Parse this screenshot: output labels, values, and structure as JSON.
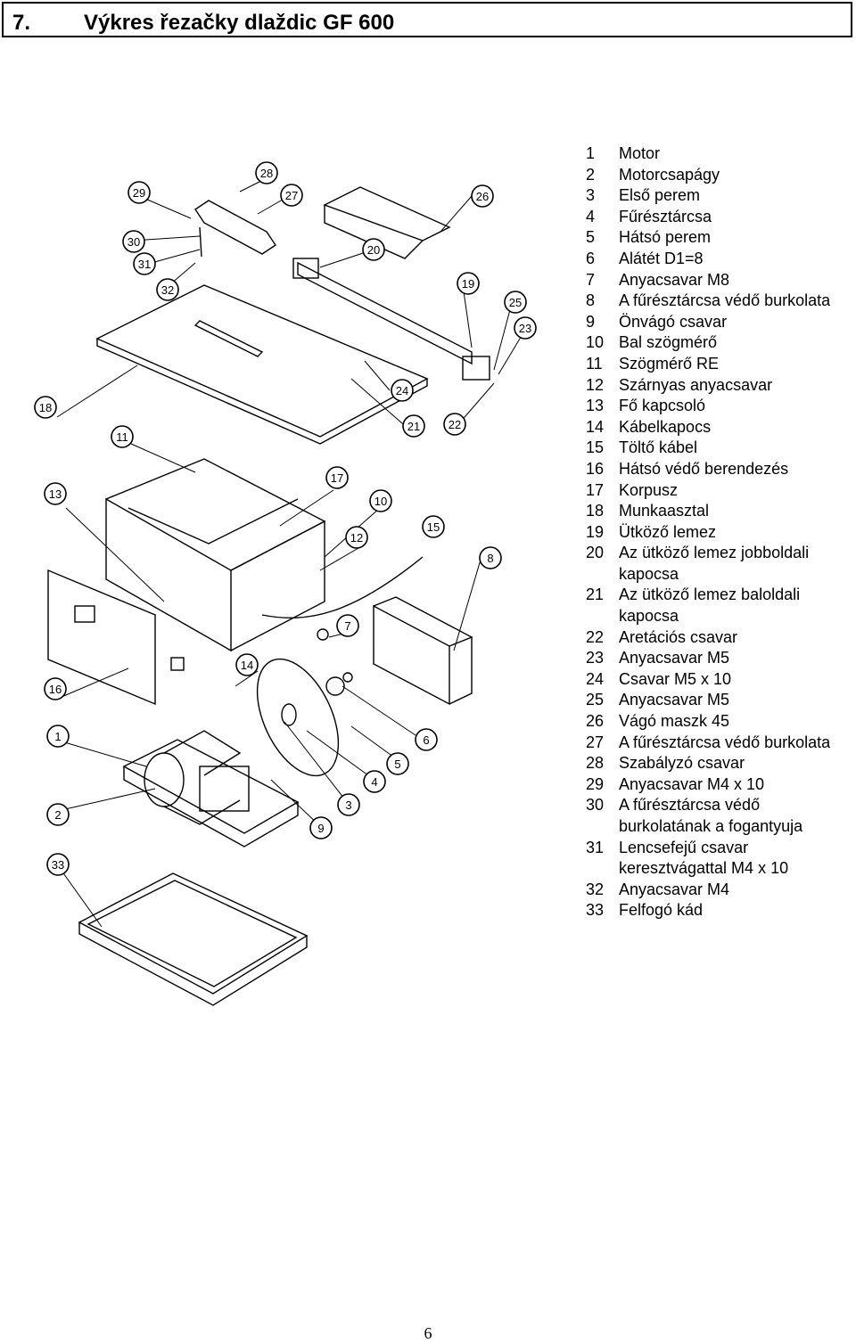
{
  "header": {
    "number": "7.",
    "title": "Výkres řezačky dlaždic GF 600"
  },
  "legend": [
    {
      "n": "1",
      "text": "Motor"
    },
    {
      "n": "2",
      "text": "Motorcsapágy"
    },
    {
      "n": "3",
      "text": "Első perem"
    },
    {
      "n": "4",
      "text": "Fűrésztárcsa"
    },
    {
      "n": "5",
      "text": "Hátsó perem"
    },
    {
      "n": "6",
      "text": "Alátét D1=8"
    },
    {
      "n": "7",
      "text": "Anyacsavar M8"
    },
    {
      "n": "8",
      "text": "A fűrésztárcsa védő burkolata"
    },
    {
      "n": "9",
      "text": "Önvágó csavar"
    },
    {
      "n": "10",
      "text": "Bal szögmérő"
    },
    {
      "n": "11",
      "text": "Szögmérő RE"
    },
    {
      "n": "12",
      "text": "Szárnyas anyacsavar"
    },
    {
      "n": "13",
      "text": "Fő kapcsoló"
    },
    {
      "n": "14",
      "text": "Kábelkapocs"
    },
    {
      "n": "15",
      "text": "Töltő kábel"
    },
    {
      "n": "16",
      "text": "Hátsó védő berendezés"
    },
    {
      "n": "17",
      "text": "Korpusz"
    },
    {
      "n": "18",
      "text": "Munkaasztal"
    },
    {
      "n": "19",
      "text": "Ütköző lemez"
    },
    {
      "n": "20",
      "text": "Az ütköző lemez jobboldali kapocsa"
    },
    {
      "n": "21",
      "text": "Az ütköző lemez baloldali kapocsa"
    },
    {
      "n": "22",
      "text": "Aretációs csavar"
    },
    {
      "n": "23",
      "text": "Anyacsavar M5"
    },
    {
      "n": "24",
      "text": "Csavar M5 x 10"
    },
    {
      "n": "25",
      "text": "Anyacsavar M5"
    },
    {
      "n": "26",
      "text": "Vágó maszk 45"
    },
    {
      "n": "27",
      "text": "A fűrésztárcsa védő burkolata"
    },
    {
      "n": "28",
      "text": "Szabályzó csavar"
    },
    {
      "n": "29",
      "text": "Anyacsavar M4 x 10"
    },
    {
      "n": "30",
      "text": "A fűrésztárcsa védő burkolatának a fogantyuja"
    },
    {
      "n": "31",
      "text": "Lencsefejű csavar keresztvágattal M4 x 10"
    },
    {
      "n": "32",
      "text": "Anyacsavar M4"
    },
    {
      "n": "33",
      "text": "Felfogó kád"
    }
  ],
  "callouts": [
    "1",
    "2",
    "3",
    "4",
    "5",
    "6",
    "7",
    "8",
    "9",
    "10",
    "11",
    "12",
    "13",
    "14",
    "15",
    "16",
    "17",
    "18",
    "19",
    "20",
    "21",
    "22",
    "23",
    "24",
    "25",
    "26",
    "27",
    "28",
    "29",
    "30",
    "31",
    "32",
    "33"
  ],
  "page_number": "6"
}
